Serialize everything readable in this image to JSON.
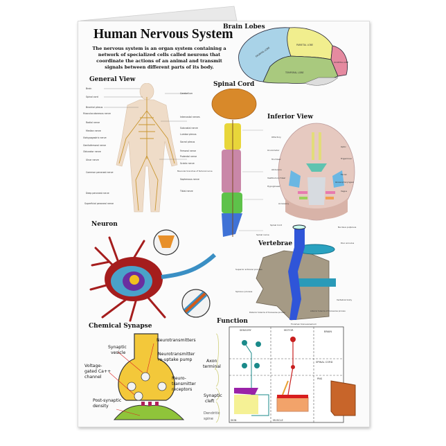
{
  "poster": {
    "title": "Human Nervous System",
    "description": "The nervous system is an organ system containing a network of specialized cells called neurons that coordinate the actions of an animal and transmit signals between different parts of its body.",
    "sections": {
      "brain_lobes": {
        "heading": "Brain Lobes",
        "labels": [
          "FRONTAL LOBE",
          "PARIETAL LOBE",
          "TEMPORAL LOBE",
          "OCCIPITAL LOBE"
        ],
        "colors": {
          "frontal": "#a9d3e8",
          "parietal": "#f1ee8e",
          "temporal": "#a9c97e",
          "occipital": "#e58aa0"
        }
      },
      "general_view": {
        "heading": "General View",
        "left_labels": [
          "Brain",
          "Spinal cord",
          "Brachial plexus",
          "Musculocutaneous nerve",
          "Radial nerve",
          "Median nerve",
          "Iliohypogastric nerve",
          "Genitofemoral nerve",
          "Obturator nerve",
          "Ulnar nerve",
          "Common peroneal nerve",
          "Deep peroneal nerve",
          "Superficial peroneal nerve"
        ],
        "right_labels": [
          "Cerebellum",
          "Intercostal nerves",
          "Subcostal nerve",
          "Lumbar plexus",
          "Sacral plexus",
          "Femoral nerve",
          "Pudental nerve",
          "Sciatic nerve",
          "Muscular branches of femoral nerve",
          "Saphenous nerve",
          "Tibial nerve"
        ]
      },
      "spinal_cord": {
        "heading": "Spinal Cord"
      },
      "inferior_view": {
        "heading": "Inferior View",
        "left_labels": [
          "Olfactory",
          "Oculomotor",
          "Trochlear",
          "Abducens",
          "Vestibulocochlear",
          "Hypoglossal",
          "Accessory"
        ],
        "right_labels": [
          "Optic",
          "Trigeminal",
          "Facial",
          "Glossopharyngeal",
          "Vagus"
        ]
      },
      "neuron": {
        "heading": "Neuron"
      },
      "vertebrae": {
        "heading": "Vertebrae",
        "labels": [
          "Spinal Cord",
          "Spinal nerve",
          "Nucleus pulposus",
          "Disc annulus",
          "Superior articular process",
          "Spinous process",
          "Vertebral body",
          "Posterior tubercle of transverse process",
          "Anterior tubercle of transverse process",
          "Foramen transversarium"
        ]
      },
      "chemical_synapse": {
        "heading": "Chemical Synapse",
        "labels": {
          "synaptic_vesicle": [
            "Synaptic",
            "vesicle"
          ],
          "neurotransmitters": "Neurotransmitters",
          "reuptake": [
            "Neurotransmitter",
            "re-uptake pump"
          ],
          "calcium_channel": [
            "Voltage-",
            "gated Ca++",
            "channel"
          ],
          "axon_terminal": [
            "Axon",
            "terminal"
          ],
          "receptors": [
            "Neuro-",
            "transmitter",
            "receptors"
          ],
          "post_synaptic": [
            "Post-synaptic",
            "density"
          ],
          "synaptic_cleft": [
            "Synaptic",
            "cleft"
          ],
          "dendritic_spine": [
            "Dendritic",
            "spine"
          ]
        }
      },
      "function": {
        "heading": "Function",
        "columns": [
          "SENSORY",
          "MOTOR"
        ],
        "legend": [
          "BRAIN",
          "SPINAL CORD",
          "PNS"
        ],
        "bottom_labels": [
          "SKIN",
          "MUSCLE"
        ]
      }
    }
  }
}
